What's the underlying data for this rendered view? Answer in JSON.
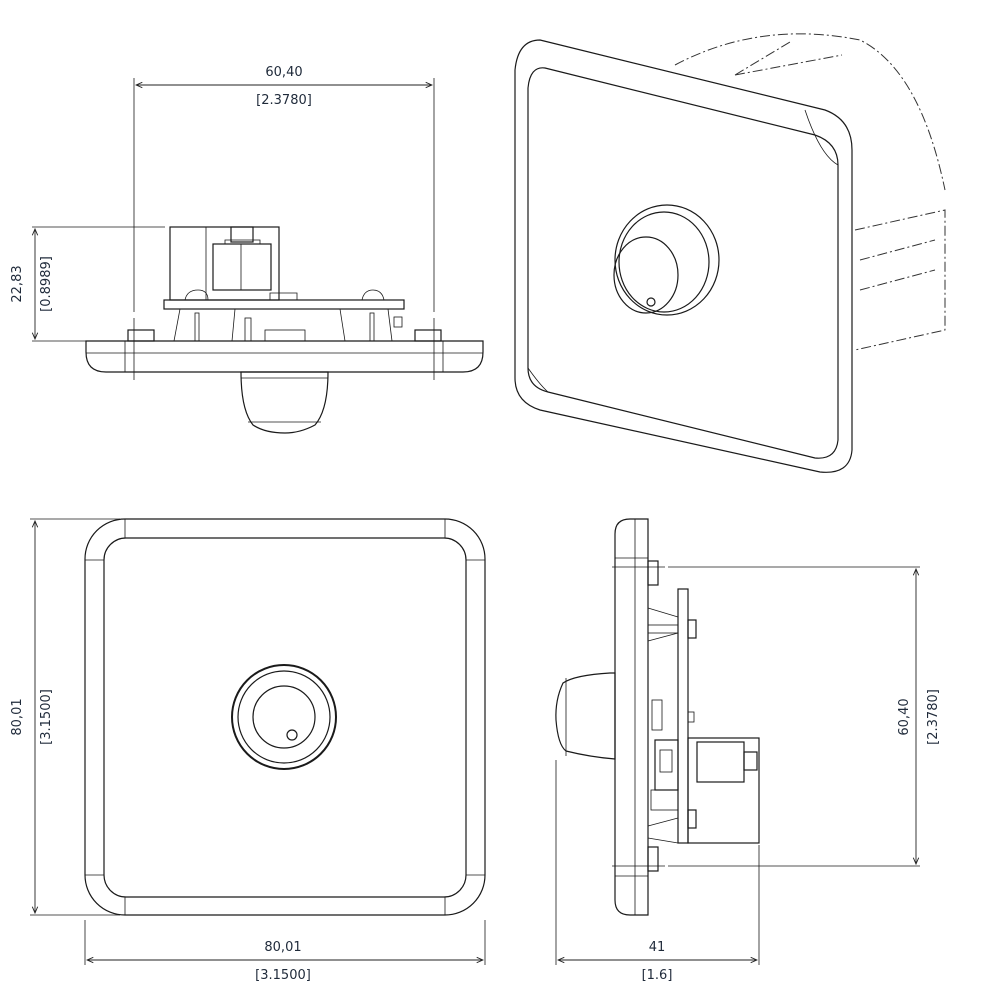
{
  "views": {
    "top_view": {
      "width_mm": "60,40",
      "width_in": "[2.3780]",
      "height_mm": "22,83",
      "height_in": "[0.8989]"
    },
    "front_view": {
      "height_mm": "80,01",
      "height_in": "[3.1500]",
      "width_mm": "80,01",
      "width_in": "[3.1500]"
    },
    "side_view": {
      "depth_mm": "41",
      "depth_in": "[1.6]",
      "height_mm": "60,40",
      "height_in": "[2.3780]"
    }
  },
  "colors": {
    "line": "#1a1a1a",
    "text": "#1f2a3a"
  }
}
